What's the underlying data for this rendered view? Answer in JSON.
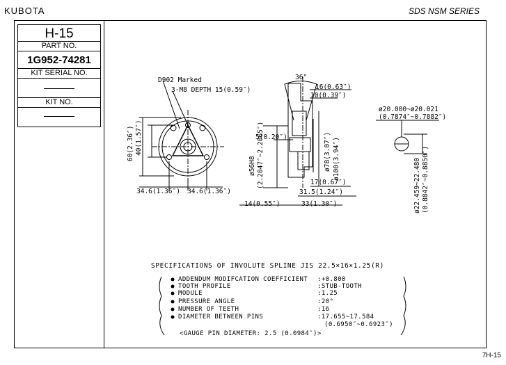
{
  "header": {
    "brand": "KUBOTA",
    "series": "SDS NSM SERIES"
  },
  "sidebar": {
    "model": "H-15",
    "part_no_label": "PART NO.",
    "part_no": "1G952-74281",
    "kit_serial_label": "KIT SERIAL NO.",
    "kit_no_label": "KIT NO."
  },
  "drawing": {
    "marking": "D902 Marked",
    "tap": "3-M8 DEPTH 15(0.59″)",
    "dim_60": "60(2.36″)",
    "dim_40": "40(1.57″)",
    "dim_346_left": "34.6(1.36″)",
    "dim_346_right": "34.6(1.36″)",
    "angle": "36°",
    "dim_16": "16(0.63″)",
    "dim_10": "10(0.39″)",
    "dim_5": "5(0.20″)",
    "dim_56h8": "ø56H8",
    "dim_56h8_in": "(2.2047″~2.2065″)",
    "dim_78": "ø78(3.07″)",
    "dim_100": "ø100(3.94″)",
    "dim_17": "17(0.67″)",
    "dim_315": "31.5(1.24″)",
    "dim_14": "14(0.55″)",
    "dim_33": "33(1.30″)",
    "dim_20": "ø20.000~ø20.021",
    "dim_20_in": "(0.7874″~0.7882″)",
    "dim_22": "ø22.459~22.480",
    "dim_22_in": "(0.8842″~0.8850″)"
  },
  "specs": {
    "title": "SPECIFICATIONS OF INVOLUTE SPLINE JIS 22.5×16×1.25(R)",
    "rows": [
      {
        "label": "ADDENDUM MODIFCATION COEFFICIENT",
        "value": ":+0.800"
      },
      {
        "label": "TOOTH PROFILE",
        "value": ":STUB-TOOTH"
      },
      {
        "label": "MODULE",
        "value": ":1.25"
      },
      {
        "label": "PRESSURE ANGLE",
        "value": ":20°"
      },
      {
        "label": "NUMBER OF TEETH",
        "value": ":16"
      },
      {
        "label": "DIAMETER BETWEEN PINS",
        "value": ":17.655~17.584"
      }
    ],
    "pins_inch": "(0.6950″~0.6923″)",
    "gauge": "<GAUGE PIN DIAMETER: 2.5 (0.0984″)>"
  },
  "footer": {
    "page": "7H-15"
  }
}
